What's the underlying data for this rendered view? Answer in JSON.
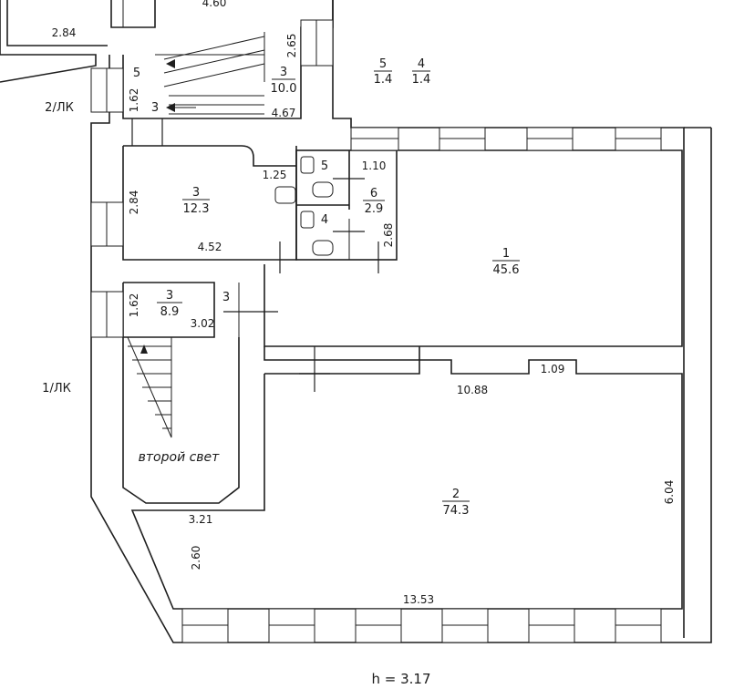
{
  "plan": {
    "height_note": "h = 3.17",
    "axis_2lk": "2/ЛК",
    "axis_1lk": "1/ЛК",
    "second_light": "второй свет",
    "rooms": [
      {
        "no": "1",
        "area": "45.6"
      },
      {
        "no": "2",
        "area": "74.3"
      },
      {
        "no": "3",
        "area": "12.3"
      },
      {
        "no": "3",
        "area": "8.9"
      },
      {
        "no": "3",
        "area": "10.0"
      },
      {
        "no": "4",
        "area": "1.4"
      },
      {
        "no": "5",
        "area": "1.4"
      },
      {
        "no": "6",
        "area": "2.9"
      }
    ],
    "small_labels": {
      "room5_top": "5",
      "room5_wc": "5",
      "room4_wc": "4",
      "stair3_top": "3",
      "stair3_mid": "3"
    },
    "dims": {
      "top_cut": "4.60",
      "d284_top": "2.84",
      "d265": "2.65",
      "d162_top": "1.62",
      "d467": "4.67",
      "d125": "1.25",
      "d110": "1.10",
      "d284_left": "2.84",
      "d452": "4.52",
      "d268": "2.68",
      "d162_mid": "1.62",
      "d302": "3.02",
      "d109": "1.09",
      "d1088": "10.88",
      "d604": "6.04",
      "d321": "3.21",
      "d260": "2.60",
      "d1353": "13.53"
    }
  }
}
